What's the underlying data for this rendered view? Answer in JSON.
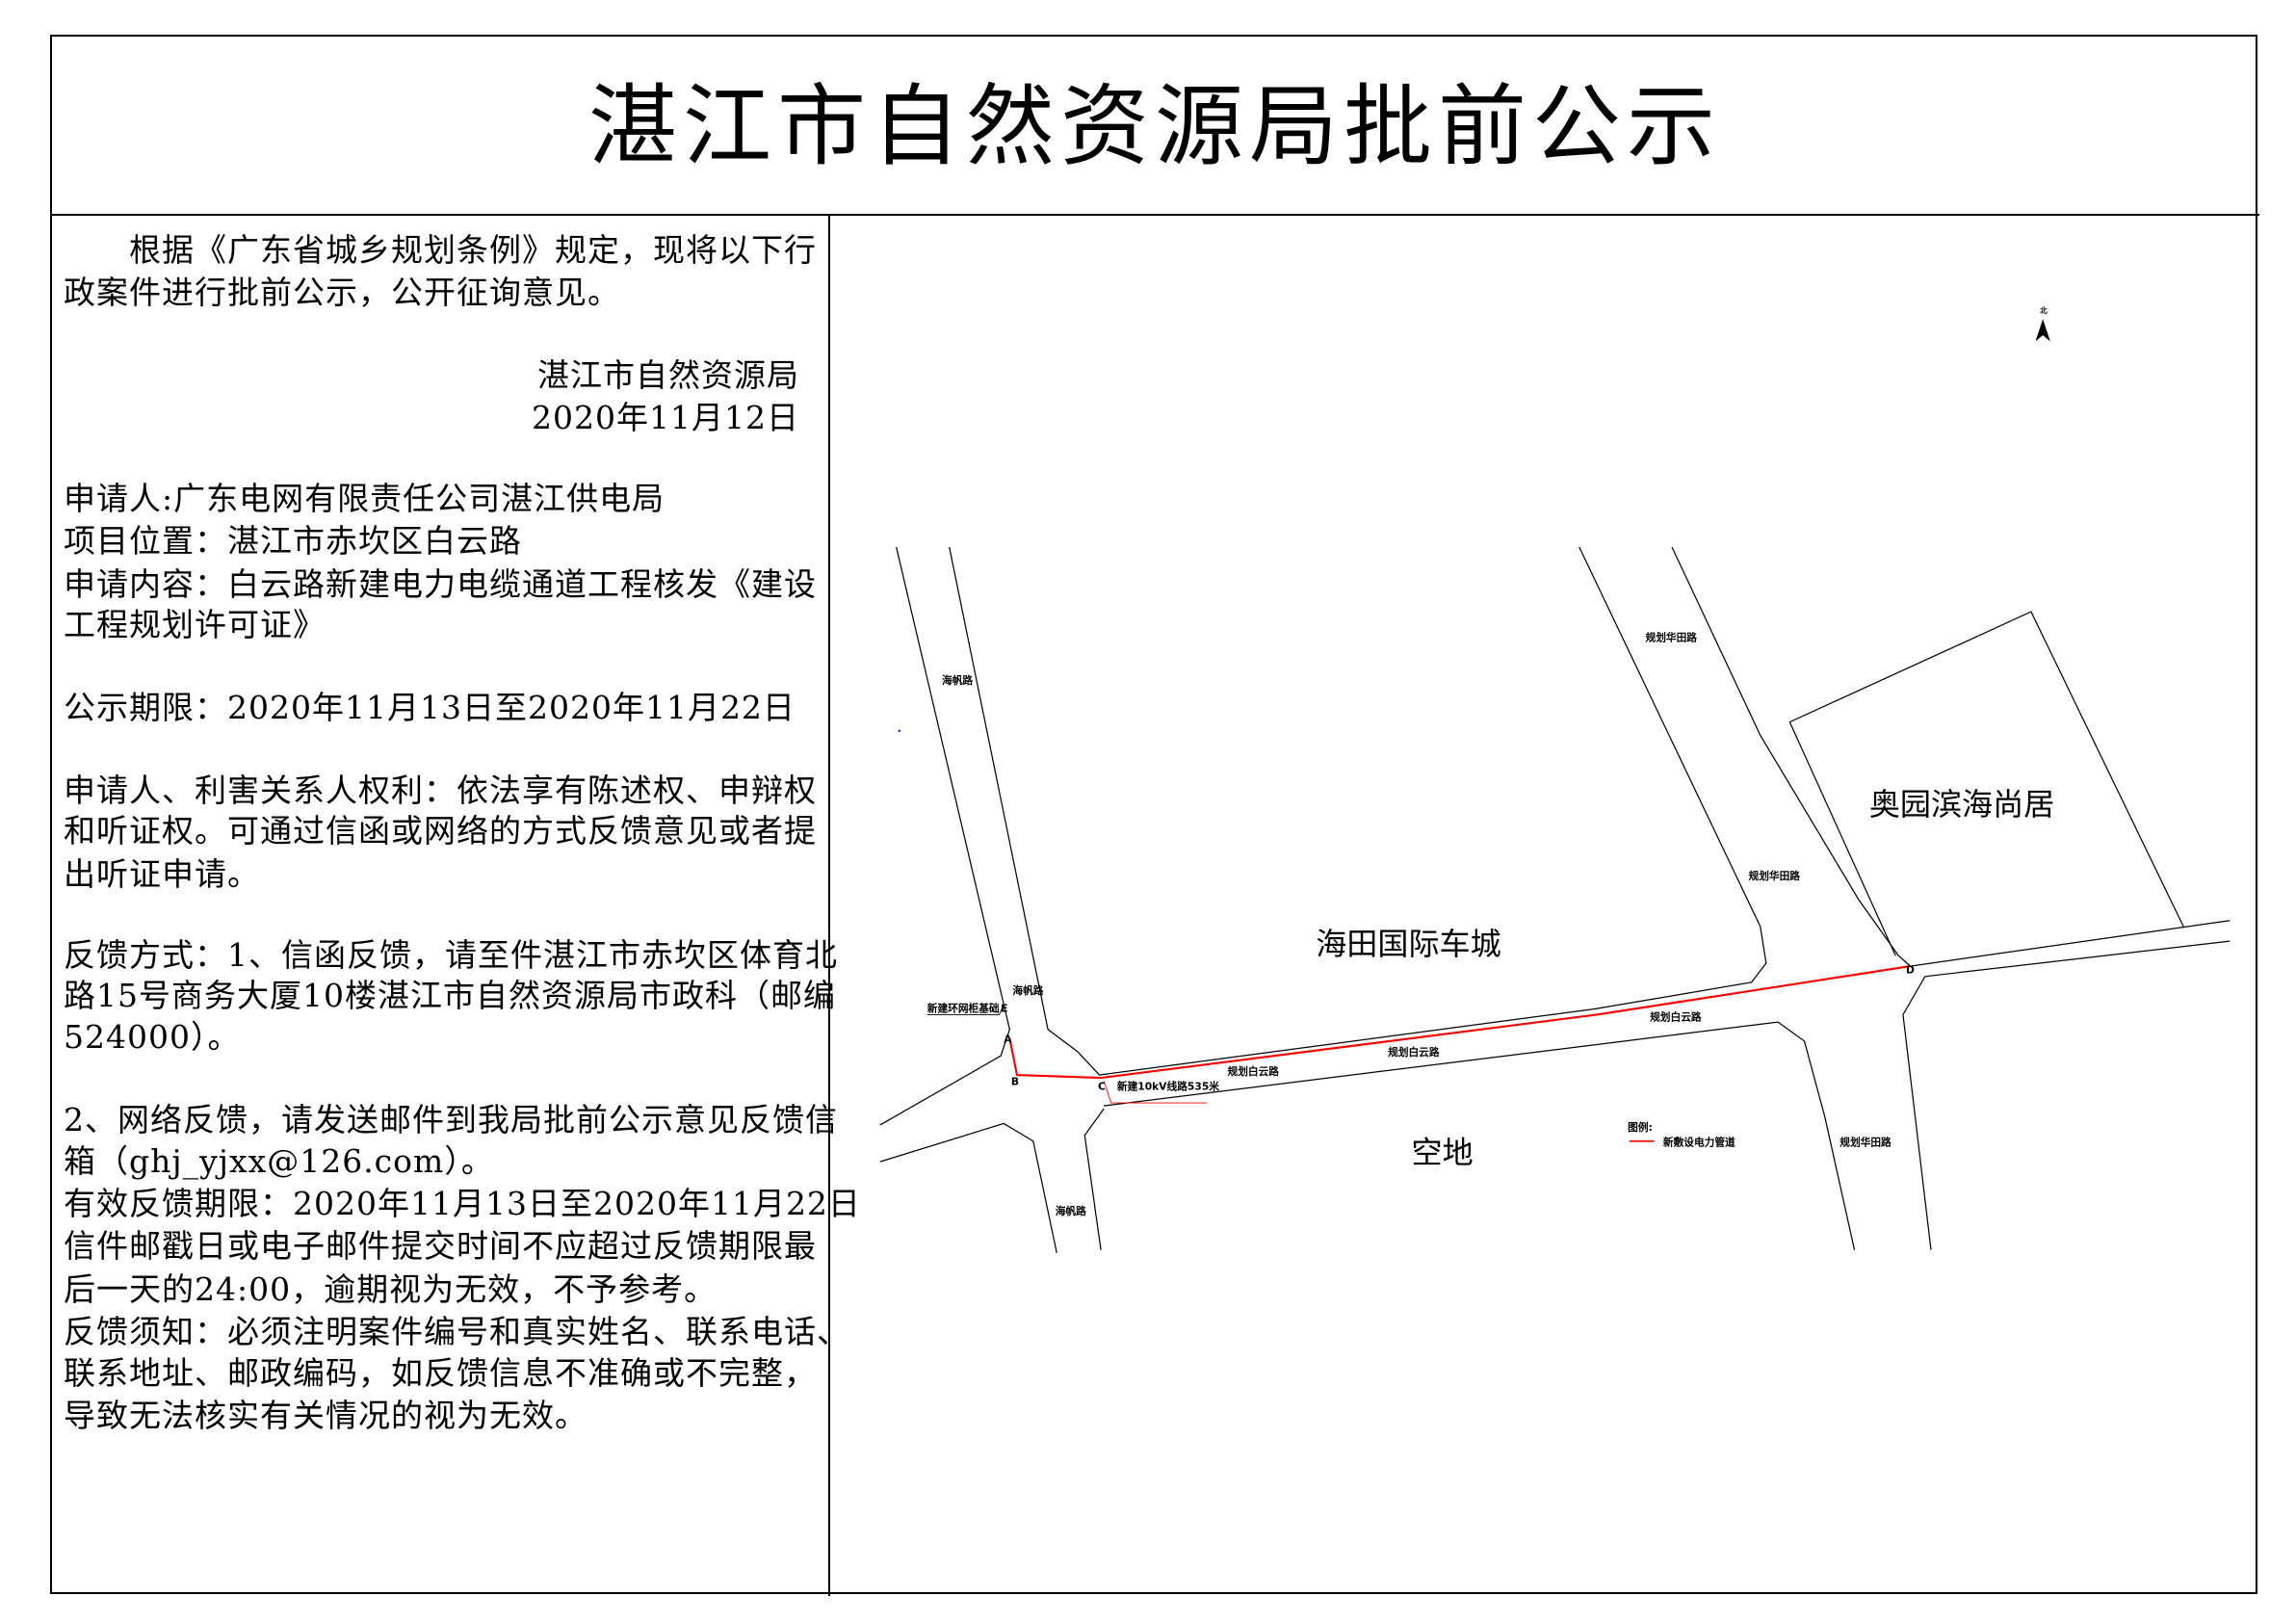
{
  "title": "湛江市自然资源局批前公示",
  "notice": {
    "intro": [
      "　　根据《广东省城乡规划条例》规定，现将以下行",
      "政案件进行批前公示，公开征询意见。"
    ],
    "issuer": "湛江市自然资源局",
    "date": "2020年11月12日",
    "applicant": "申请人:广东电网有限责任公司湛江供电局",
    "location": "项目位置：湛江市赤坎区白云路",
    "content": [
      "申请内容：白云路新建电力电缆通道工程核发《建设",
      "工程规划许可证》"
    ],
    "period": "公示期限：2020年11月13日至2020年11月22日",
    "rights": [
      "申请人、利害关系人权利：依法享有陈述权、申辩权",
      "和听证权。可通过信函或网络的方式反馈意见或者提",
      "出听证申请。"
    ],
    "feedback1": [
      "反馈方式：1、信函反馈，请至件湛江市赤坎区体育北",
      "路15号商务大厦10楼湛江市自然资源局市政科（邮编",
      "524000）。"
    ],
    "feedback2": [
      "2、网络反馈，请发送邮件到我局批前公示意见反馈信",
      "箱（ghj_yjxx@126.com）。",
      "有效反馈期限：2020年11月13日至2020年11月22日",
      "信件邮戳日或电子邮件提交时间不应超过反馈期限最",
      "后一天的24:00，逾期视为无效，不予参考。",
      "反馈须知：必须注明案件编号和真实姓名、联系电话、",
      "联系地址、邮政编码，如反馈信息不准确或不完整，",
      "导致无法核实有关情况的视为无效。"
    ]
  },
  "map": {
    "north_label": "北",
    "road_haifan": "海帆路",
    "road_huatian": "规划华田路",
    "road_baiyun": "规划白云路",
    "ring_cabinet": "新建环网柜基础",
    "line_note": "新建10kV线路535米",
    "points": [
      "A",
      "B",
      "C",
      "D",
      "E"
    ],
    "area_haitian": "海田国际车城",
    "area_empty": "空地",
    "area_aoyuan": "奥园滨海尚居",
    "legend_title": "图例:",
    "legend_item": "新敷设电力管道",
    "pipe_color": "#ff0000"
  }
}
